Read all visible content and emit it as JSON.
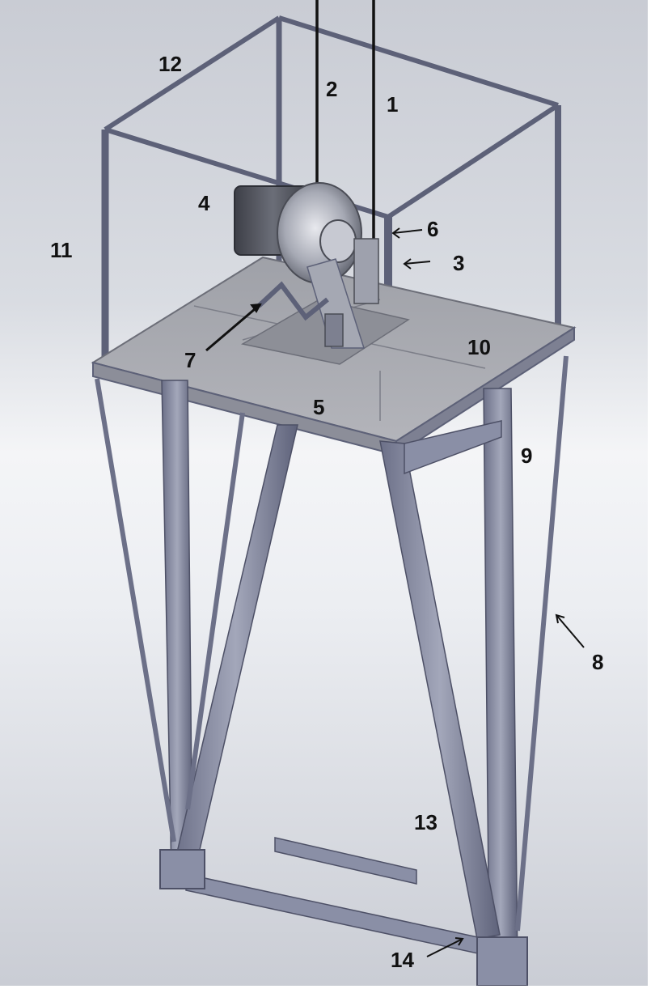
{
  "figure": {
    "callouts": [
      {
        "id": "1",
        "text": "1"
      },
      {
        "id": "2",
        "text": "2"
      },
      {
        "id": "3",
        "text": "3"
      },
      {
        "id": "4",
        "text": "4"
      },
      {
        "id": "5",
        "text": "5"
      },
      {
        "id": "6",
        "text": "6"
      },
      {
        "id": "7",
        "text": "7"
      },
      {
        "id": "8",
        "text": "8"
      },
      {
        "id": "9",
        "text": "9"
      },
      {
        "id": "10",
        "text": "10"
      },
      {
        "id": "11",
        "text": "11"
      },
      {
        "id": "12",
        "text": "12"
      },
      {
        "id": "13",
        "text": "13"
      },
      {
        "id": "14",
        "text": "14"
      }
    ],
    "colors": {
      "steel": "#8a8fa6",
      "steel_dark": "#5d6178",
      "steel_light": "#b4b8c8",
      "plate": "#a9aab0",
      "motor": "#4a4c55",
      "label": "#111111"
    }
  }
}
